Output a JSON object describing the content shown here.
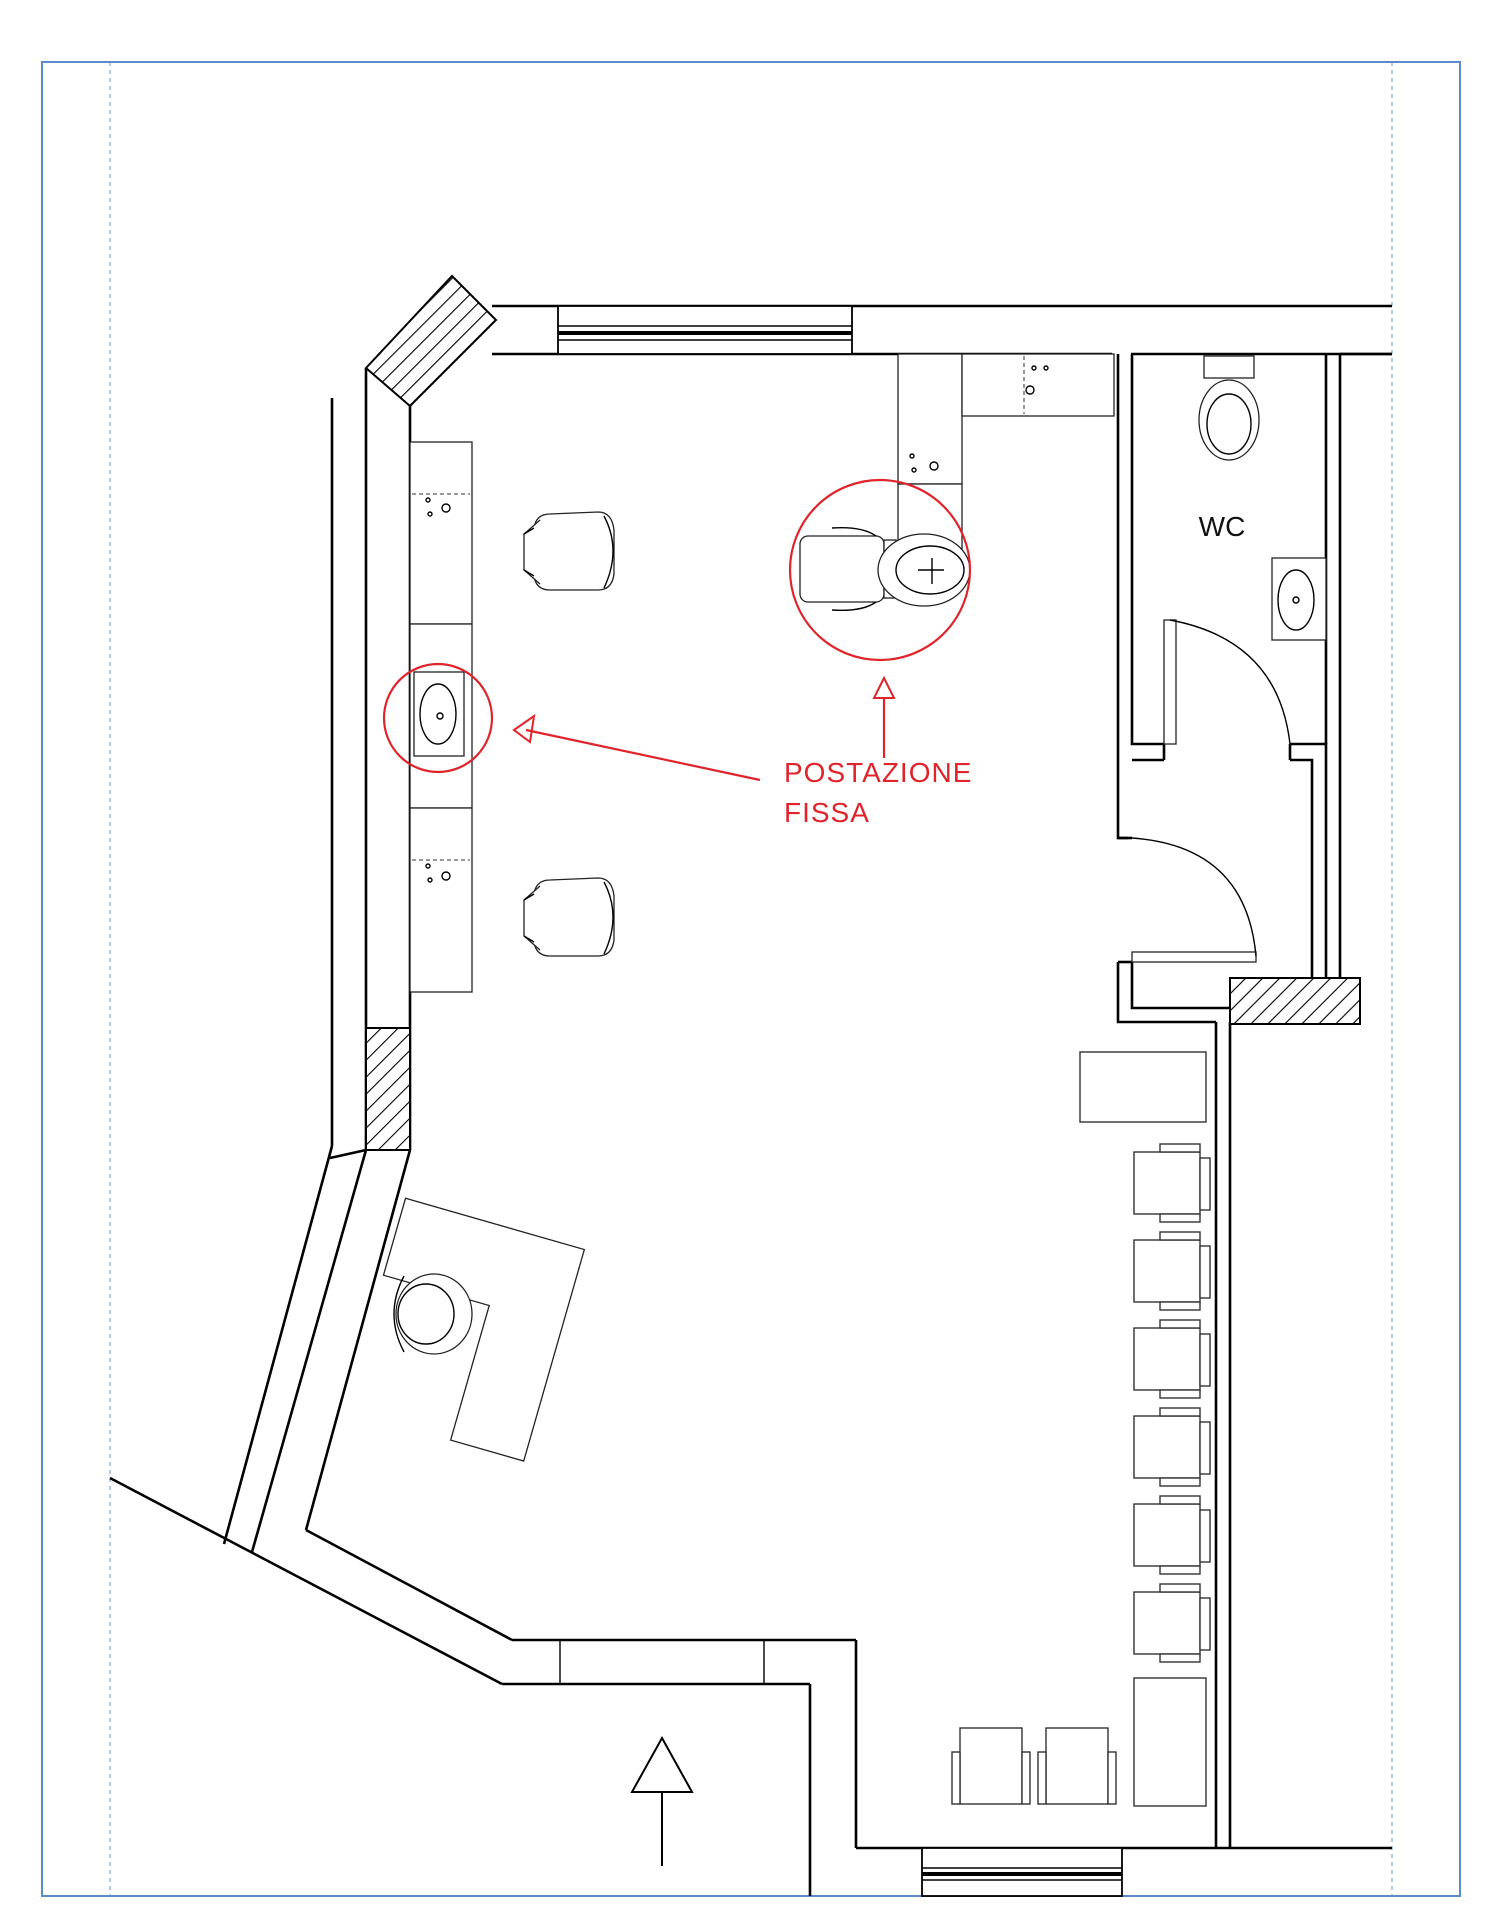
{
  "labels": {
    "wc": "WC",
    "callout_line1": "POSTAZIONE",
    "callout_line2": "FISSA"
  },
  "colors": {
    "page_frame": "#5b8cc9",
    "guide_lines": "#6d95c7",
    "walls": "#000000",
    "callout": "#e0242b"
  },
  "icons": {
    "entrance_arrow": "arrow-up-icon",
    "wash_chair": "shampoo-chair-icon",
    "toilet": "toilet-icon",
    "basin": "washbasin-icon"
  }
}
